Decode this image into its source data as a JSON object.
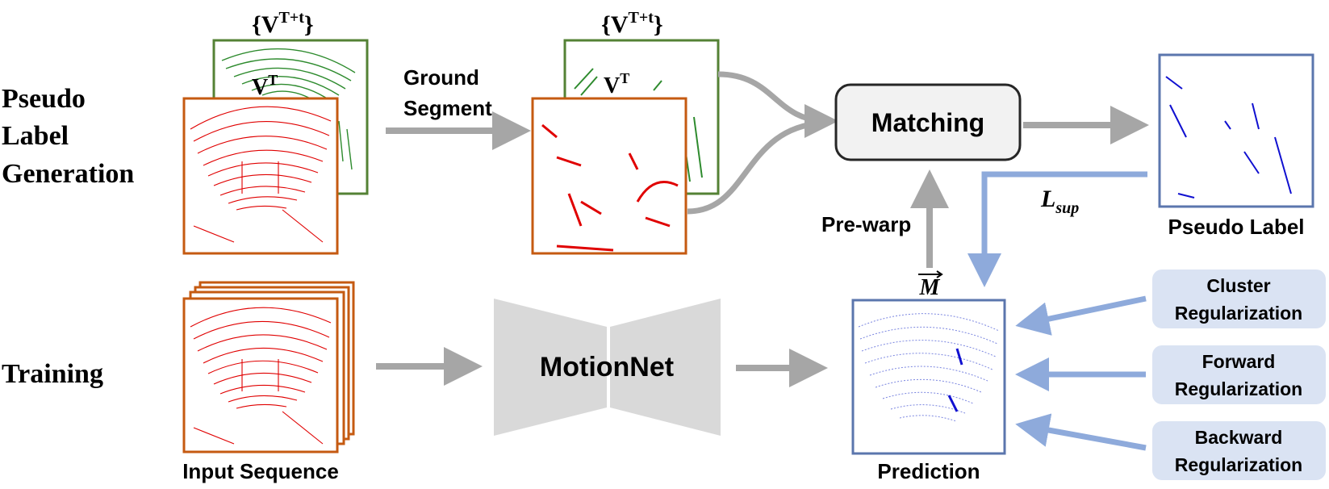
{
  "row_labels": {
    "pseudo_line1": "Pseudo",
    "pseudo_line2": "Label",
    "pseudo_line3": "Generation",
    "training": "Training"
  },
  "superscripts": {
    "set_future_top_left": "{V",
    "set_future_sup": "T+t",
    "set_future_close": "}",
    "vt_base": "V",
    "vt_sup": "T"
  },
  "labels": {
    "ground_line1": "Ground",
    "ground_line2": "Segment",
    "matching": "Matching",
    "pre_warp": "Pre-warp",
    "m_vec": "M",
    "l_sup_base": "L",
    "l_sup_sub": "sup",
    "pseudo_label": "Pseudo Label",
    "motionnet": "MotionNet",
    "input_sequence": "Input Sequence",
    "prediction": "Prediction"
  },
  "regularizations": [
    {
      "line1": "Cluster",
      "line2": "Regularization"
    },
    {
      "line1": "Forward",
      "line2": "Regularization"
    },
    {
      "line1": "Backward",
      "line2": "Regularization"
    }
  ],
  "colors": {
    "orange_frame": "#c55a11",
    "green_frame": "#548235",
    "blue_frame": "#5b76ad",
    "points_red": "#e00000",
    "points_green": "#2e8b2e",
    "points_blue": "#1010d0",
    "arrow_gray": "#a6a6a6",
    "arrow_blue": "#8eaadb",
    "reg_box": "#dae3f3",
    "matching_box": "#f2f2f2",
    "motionnet_fill": "#d9d9d9"
  }
}
